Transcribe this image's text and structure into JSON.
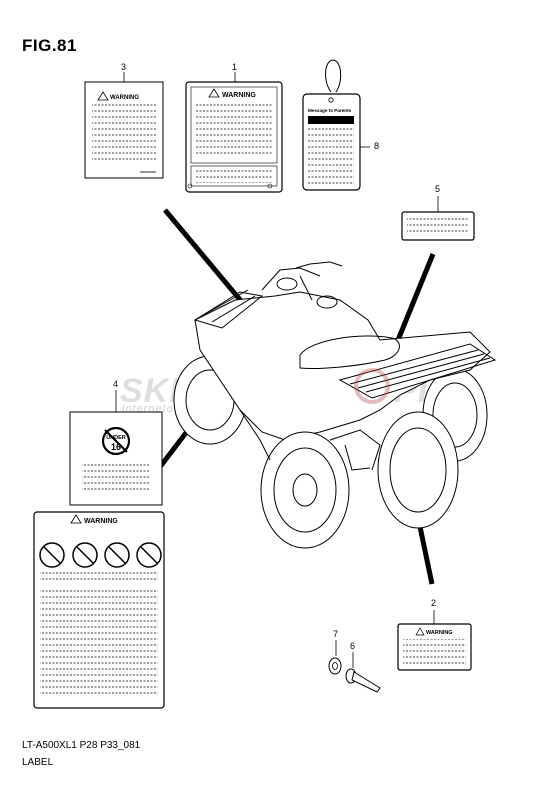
{
  "figure": {
    "title": "FIG.81",
    "code": "LT-A500XL1 P28 P33_081",
    "label": "LABEL"
  },
  "callouts": {
    "c1": "1",
    "c2": "2",
    "c3": "3",
    "c4": "4",
    "c5": "5",
    "c6": "6",
    "c7": "7",
    "c8": "8"
  },
  "labels": {
    "warning_text": "WARNING",
    "under_16_text": "UNDER",
    "age_number": "16",
    "tag_heading": "Message to Parents"
  },
  "watermark": {
    "brand": "SKLEPMOTO24.PL",
    "tagline": "internetowy sklep motocyklowy"
  }
}
